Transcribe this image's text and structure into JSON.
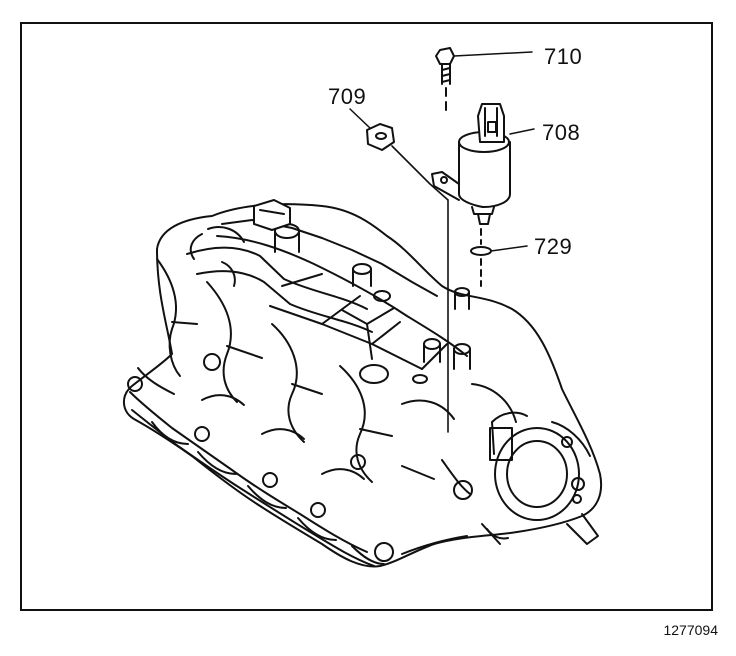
{
  "figure": {
    "callouts": [
      {
        "label": "710",
        "part": "bolt"
      },
      {
        "label": "709",
        "part": "grommet"
      },
      {
        "label": "708",
        "part": "solenoid valve"
      },
      {
        "label": "729",
        "part": "o-ring seal"
      }
    ],
    "figure_number": "1277094"
  },
  "colors": {
    "line": "#111111",
    "background": "#ffffff"
  }
}
